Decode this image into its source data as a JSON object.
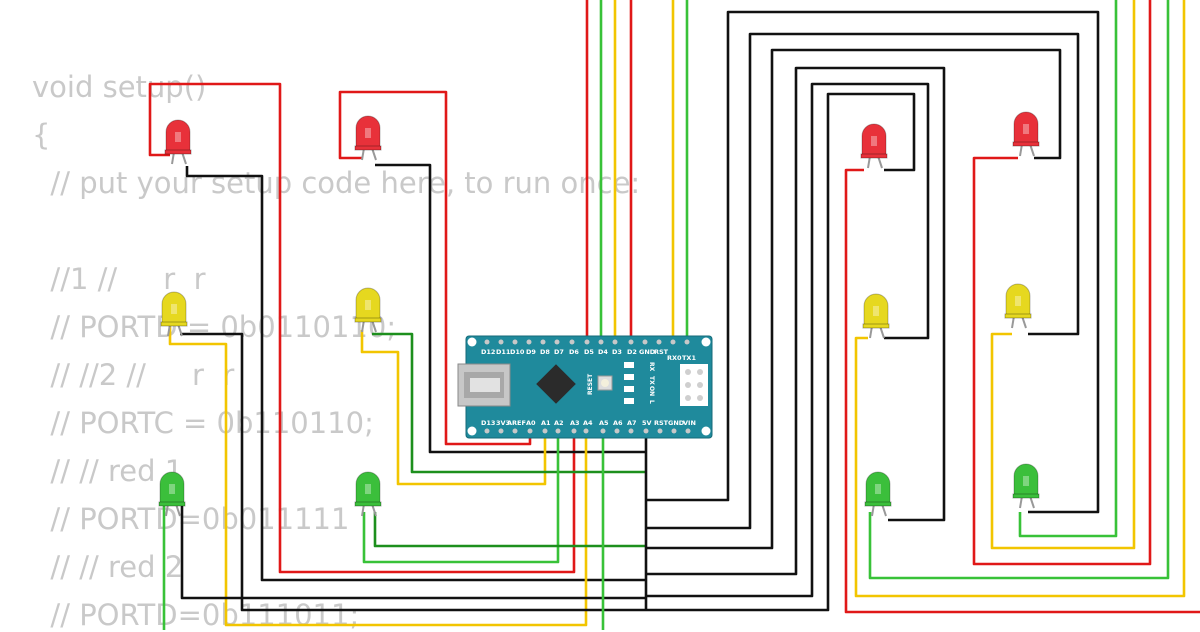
{
  "code": {
    "lines": [
      "void setup()",
      "{",
      "  // put your setup code here, to run once:",
      "",
      "  //1 //     r  r",
      "  // PORTD = 0b0110110;",
      "  // //2 //     r  r",
      "  // PORTC = 0b110110;",
      "  // // red 1",
      "  // PORTD=0b011111",
      "  // // red 2",
      "  // PORTD=0b111011;"
    ]
  },
  "board": {
    "name": "Arduino Nano",
    "top_pins": [
      "D12",
      "D11",
      "D10",
      "D9",
      "D8",
      "D7",
      "D6",
      "D5",
      "D4",
      "D3",
      "D2",
      "GND",
      "RST",
      "RX0",
      "TX1"
    ],
    "bottom_pins": [
      "D13",
      "3V3",
      "AREF",
      "A0",
      "A1",
      "A2",
      "A3",
      "A4",
      "A5",
      "A6",
      "A7",
      "5V",
      "RST",
      "GND",
      "VIN"
    ],
    "reset_label": "RESET",
    "led_labels": [
      "TX",
      "RX",
      "ON",
      "L"
    ]
  },
  "leds": [
    {
      "name": "led-red-1",
      "color": "#e8313a"
    },
    {
      "name": "led-red-2",
      "color": "#e8313a"
    },
    {
      "name": "led-red-3",
      "color": "#e8313a"
    },
    {
      "name": "led-red-4",
      "color": "#e8313a"
    },
    {
      "name": "led-yellow-1",
      "color": "#e6d81f"
    },
    {
      "name": "led-yellow-2",
      "color": "#e6d81f"
    },
    {
      "name": "led-yellow-3",
      "color": "#e6d81f"
    },
    {
      "name": "led-yellow-4",
      "color": "#e6d81f"
    },
    {
      "name": "led-green-1",
      "color": "#3bbf3b"
    },
    {
      "name": "led-green-2",
      "color": "#3bbf3b"
    },
    {
      "name": "led-green-3",
      "color": "#3bbf3b"
    },
    {
      "name": "led-green-4",
      "color": "#3bbf3b"
    }
  ],
  "colors": {
    "wire_red": "#e01818",
    "wire_yellow": "#f2c500",
    "wire_green": "#38c238",
    "wire_darkgreen": "#1d8f1d",
    "wire_black": "#111111",
    "board": "#1f8a9c"
  }
}
